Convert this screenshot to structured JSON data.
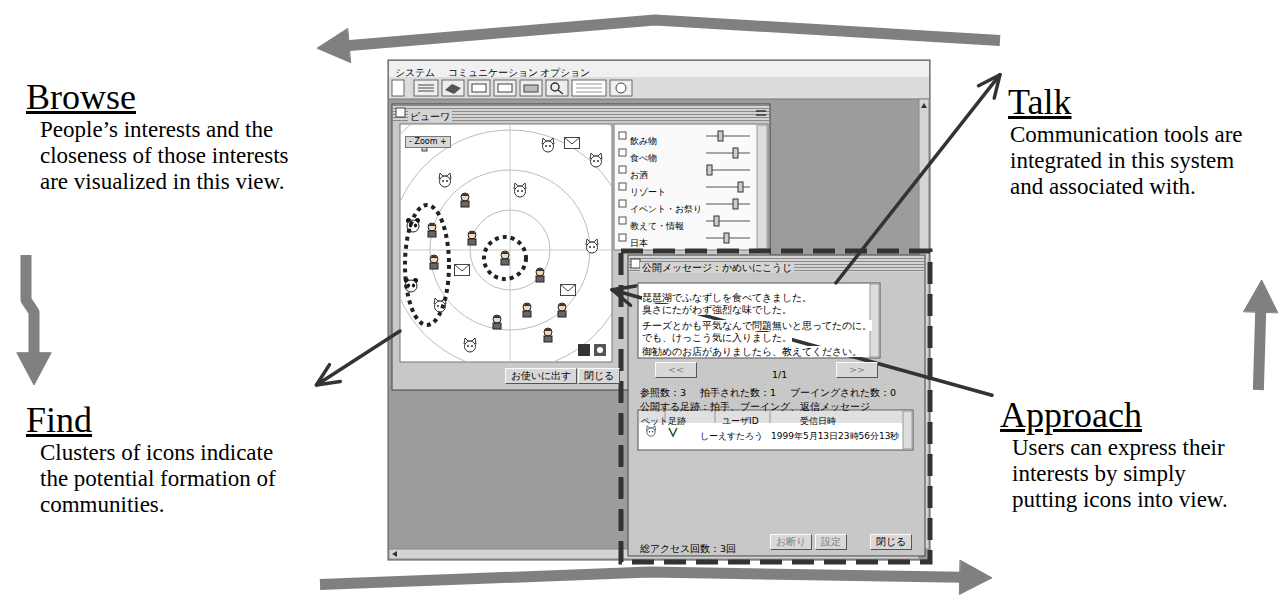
{
  "diagram": {
    "nodes": [
      {
        "text": [
          "Browse",
          "People’s interests and the closeness of those interests are visualized in this view."
        ]
      },
      {
        "text": [
          "Talk",
          "Communication tools are integrated in this system and associated with."
        ]
      },
      {
        "text": [
          "Find",
          "Clusters of icons indicate the potential formation of communities."
        ]
      },
      {
        "text": [
          "Approach",
          "Users can express their interests by simply putting icons into view."
        ]
      },
      {
        "text": [
          "システム",
          "コミュニケーション",
          "オプション"
        ]
      },
      {
        "text": [
          "ビューワ",
          "飲み物",
          "食べ物",
          "お酒",
          "リゾート",
          "イベント・お祭り",
          "教えて・情報",
          "日本"
        ],
        "in": 4
      },
      {
        "text": [
          "- Zoom +"
        ],
        "in": 5
      },
      {
        "text": [
          "お使いに出す"
        ],
        "in": 5
      },
      {
        "text": [
          "閉じる"
        ],
        "in": 5
      },
      {
        "text": [
          "公開メッセージ：かめいにこうじ",
          "1/1",
          "参照数：3",
          "拍手された数：1",
          "ブーイングされた数：0",
          "公開する足跡：拍手、ブーイング、返信メッセージ",
          "総アクセス回数：3回"
        ],
        "in": 4
      },
      {
        "text": [
          "琵琶湖でふなずしを食べてきました。",
          "臭さにたがわず強烈な味でした。",
          "チーズとかも平気なんで問題無いと思ってたのに。",
          "でも、けっこう気に入りました。",
          "御勧めのお店がありましたら、教えてください。"
        ],
        "in": 9
      },
      {
        "text": [
          "<<"
        ],
        "in": 9
      },
      {
        "text": [
          ">>"
        ],
        "in": 9
      },
      {
        "text": [
          "ペット",
          "足跡",
          "ユーザID",
          "受信日時",
          "しーえすたろう",
          "1999年5月13日23時56分13秒"
        ],
        "in": 9
      },
      {
        "text": [
          "お断り"
        ],
        "in": 9
      },
      {
        "text": [
          "設定"
        ],
        "in": 9
      },
      {
        "text": [
          "閉じる"
        ],
        "in": 9
      }
    ],
    "edges": [
      {
        "from": 1,
        "to": 0,
        "arrow": "to"
      },
      {
        "from": 0,
        "to": 2,
        "arrow": "to"
      },
      {
        "from": 2,
        "to": 3,
        "arrow": "to"
      },
      {
        "from": 3,
        "to": 1,
        "arrow": "to"
      },
      {
        "from": 10,
        "to": 1,
        "arrow": "to"
      },
      {
        "from": 6,
        "to": 2,
        "arrow": "to"
      },
      {
        "from": 3,
        "to": 6,
        "arrow": "to"
      }
    ]
  }
}
